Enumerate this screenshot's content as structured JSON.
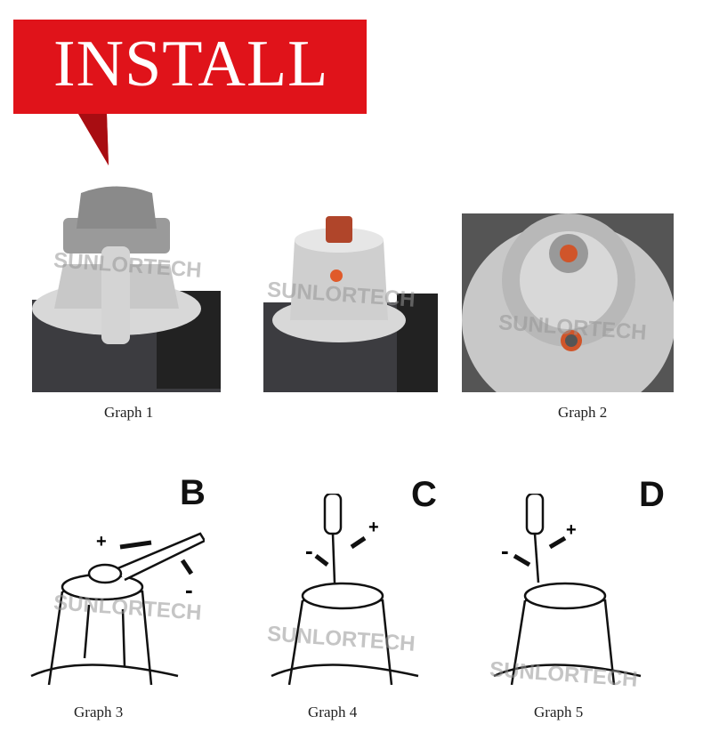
{
  "banner": {
    "title": "INSTALL",
    "color": "#e0131a"
  },
  "watermark": "SUNLORTECH",
  "photos": [
    {
      "caption": "Graph 1"
    },
    {
      "caption": "Graph 2"
    }
  ],
  "drawings": [
    {
      "letter": "B",
      "caption": "Graph 3",
      "plus": "+",
      "minus": "-"
    },
    {
      "letter": "C",
      "caption": "Graph 4",
      "plus": "+",
      "minus": "-"
    },
    {
      "letter": "D",
      "caption": "Graph 5",
      "plus": "+",
      "minus": "-"
    }
  ]
}
